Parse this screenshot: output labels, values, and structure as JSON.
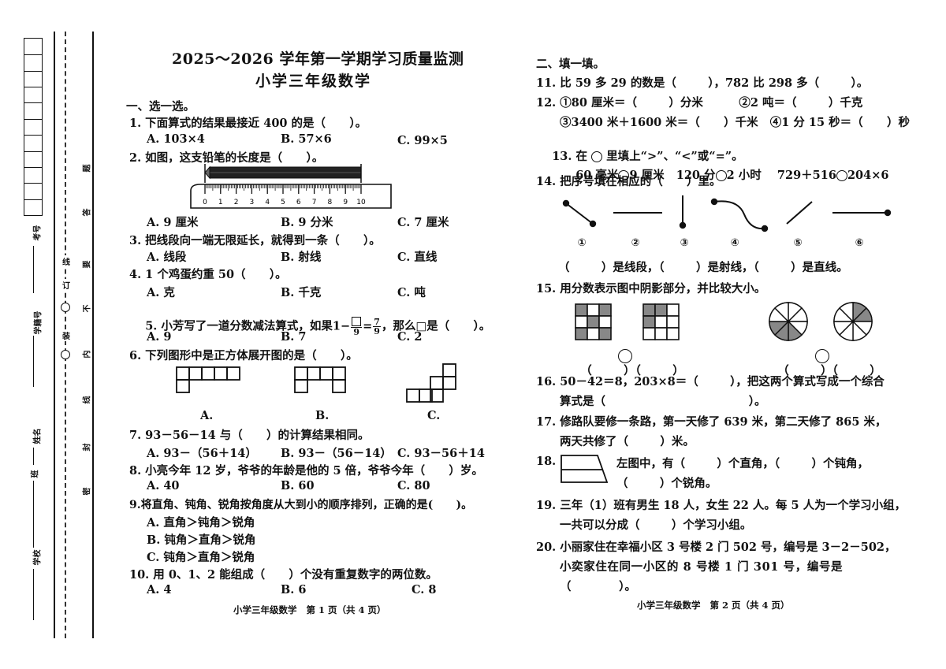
{
  "binding": {
    "labels": [
      "考号",
      "学籍号",
      "姓名",
      "班",
      "学校"
    ],
    "seal_marks": [
      "题",
      "答",
      "要",
      "不",
      "内",
      "线",
      "封",
      "密"
    ],
    "line_marks": [
      "线",
      "订",
      "装"
    ],
    "id_boxes": 11
  },
  "header": {
    "title": "2025～2026 学年第一学期学习质量监测",
    "subtitle": "小学三年级数学"
  },
  "part1": {
    "heading": "一、选一选。",
    "q1": {
      "text": "1. 下面算式的结果最接近 400 的是（      ）。",
      "a": "A. 103×4",
      "b": "B. 57×6",
      "c": "C. 99×5"
    },
    "q2": {
      "text": "2. 如图，这支铅笔的长度是（      ）。",
      "a": "A. 9 厘米",
      "b": "B. 9 分米",
      "c": "C. 7 厘米",
      "ruler_ticks": [
        "0",
        "1",
        "2",
        "3",
        "4",
        "5",
        "6",
        "7",
        "8",
        "9",
        "10"
      ]
    },
    "q3": {
      "text": "3. 把线段向一端无限延长，就得到一条（      ）。",
      "a": "A. 线段",
      "b": "B. 射线",
      "c": "C. 直线"
    },
    "q4": {
      "text": "4. 1 个鸡蛋约重 50（      ）。",
      "a": "A. 克",
      "b": "B. 千克",
      "c": "C. 吨"
    },
    "q5": {
      "prefix": "5. 小芳写了一道分数减法算式，如果1−",
      "frac1_d": "9",
      "eq": "=",
      "frac2_n": "7",
      "frac2_d": "9",
      "suffix": "，那么□是（      ）。",
      "a": "A. 9",
      "b": "B. 7",
      "c": "C. 2"
    },
    "q6": {
      "text": "6. 下列图形中是正方体展开图的是（      ）。",
      "a": "A.",
      "b": "B.",
      "c": "C."
    },
    "q7": {
      "text": "7. 93－56－14 与（      ）的计算结果相同。",
      "a": "A. 93－（56＋14）",
      "b": "B. 93－（56－14）",
      "c": "C. 93－56＋14"
    },
    "q8": {
      "text": "8. 小亮今年 12 岁，爷爷的年龄是他的 5 倍，爷爷今年（      ）岁。",
      "a": "A. 40",
      "b": "B. 60",
      "c": "C. 80"
    },
    "q9": {
      "text": "9.将直角、钝角、锐角按角度从大到小的顺序排列，正确的是(      )。",
      "a": "A. 直角＞钝角＞锐角",
      "b": "B. 钝角＞直角＞锐角",
      "c": "C. 钝角＞直角＞锐角"
    },
    "q10": {
      "text": "10. 用 0、1、2 能组成（      ）个没有重复数字的两位数。",
      "a": "A. 4",
      "b": "B. 6",
      "c": "C. 8"
    },
    "footer": "小学三年级数学   第 1 页（共 4 页）"
  },
  "part2": {
    "heading": "二、填一填。",
    "q11": "11. 比 59 多 29 的数是（        ），782 比 298 多（        ）。",
    "q12a": "12. ①80 厘米＝（        ）分米         ②2 吨＝（        ）千克",
    "q12b": "③3400 米＋1600 米＝（      ）千米   ④1 分 15 秒＝（      ）秒",
    "q13a_pre": "13. 在",
    "q13a_post": "里填上“>”、“<”或“=”。",
    "q13b1": "60 毫米",
    "q13b1r": "9 厘米",
    "q13b2": "120 分",
    "q13b2r": "2 小时",
    "q13b3": "729＋516",
    "q13b3r": "204×6",
    "q14": "14. 把序号填在相应的（      ）里。",
    "q14_labels": [
      "①",
      "②",
      "③",
      "④",
      "⑤",
      "⑥"
    ],
    "q14b": "（        ）是线段，（        ）是射线，（        ）是直线。",
    "q15": "15. 用分数表示图中阴影部分，并比较大小。",
    "q15_left": "（        ）（        ）",
    "q15_right": "（        ）（        ）",
    "q16a": "16. 50－42＝8，203×8＝（        ），把这两个算式写成一个综合",
    "q16b": "算式是（                                    ）。",
    "q17a": "17. 修路队要修一条路，第一天修了 639 米，第二天修了 865 米，",
    "q17b": "两天共修了（        ）米。",
    "q18a": "18.",
    "q18b": "左图中，有（        ）个直角，（        ）个钝角，",
    "q18c": "（        ）个锐角。",
    "q19a": "19. 三年（1）班有男生 18 人，女生 22 人。每 5 人为一个学习小组，",
    "q19b": "一共可以分成（        ）个学习小组。",
    "q20a": "20. 小丽家住在幸福小区 3 号楼 2 门 502 号，编号是 3－2－502，",
    "q20b": "小奕家住在同一小区的 8 号楼 1 门 301 号，编号是",
    "q20c": "（            ）。",
    "footer": "小学三年级数学   第 2 页（共 4 页）"
  }
}
